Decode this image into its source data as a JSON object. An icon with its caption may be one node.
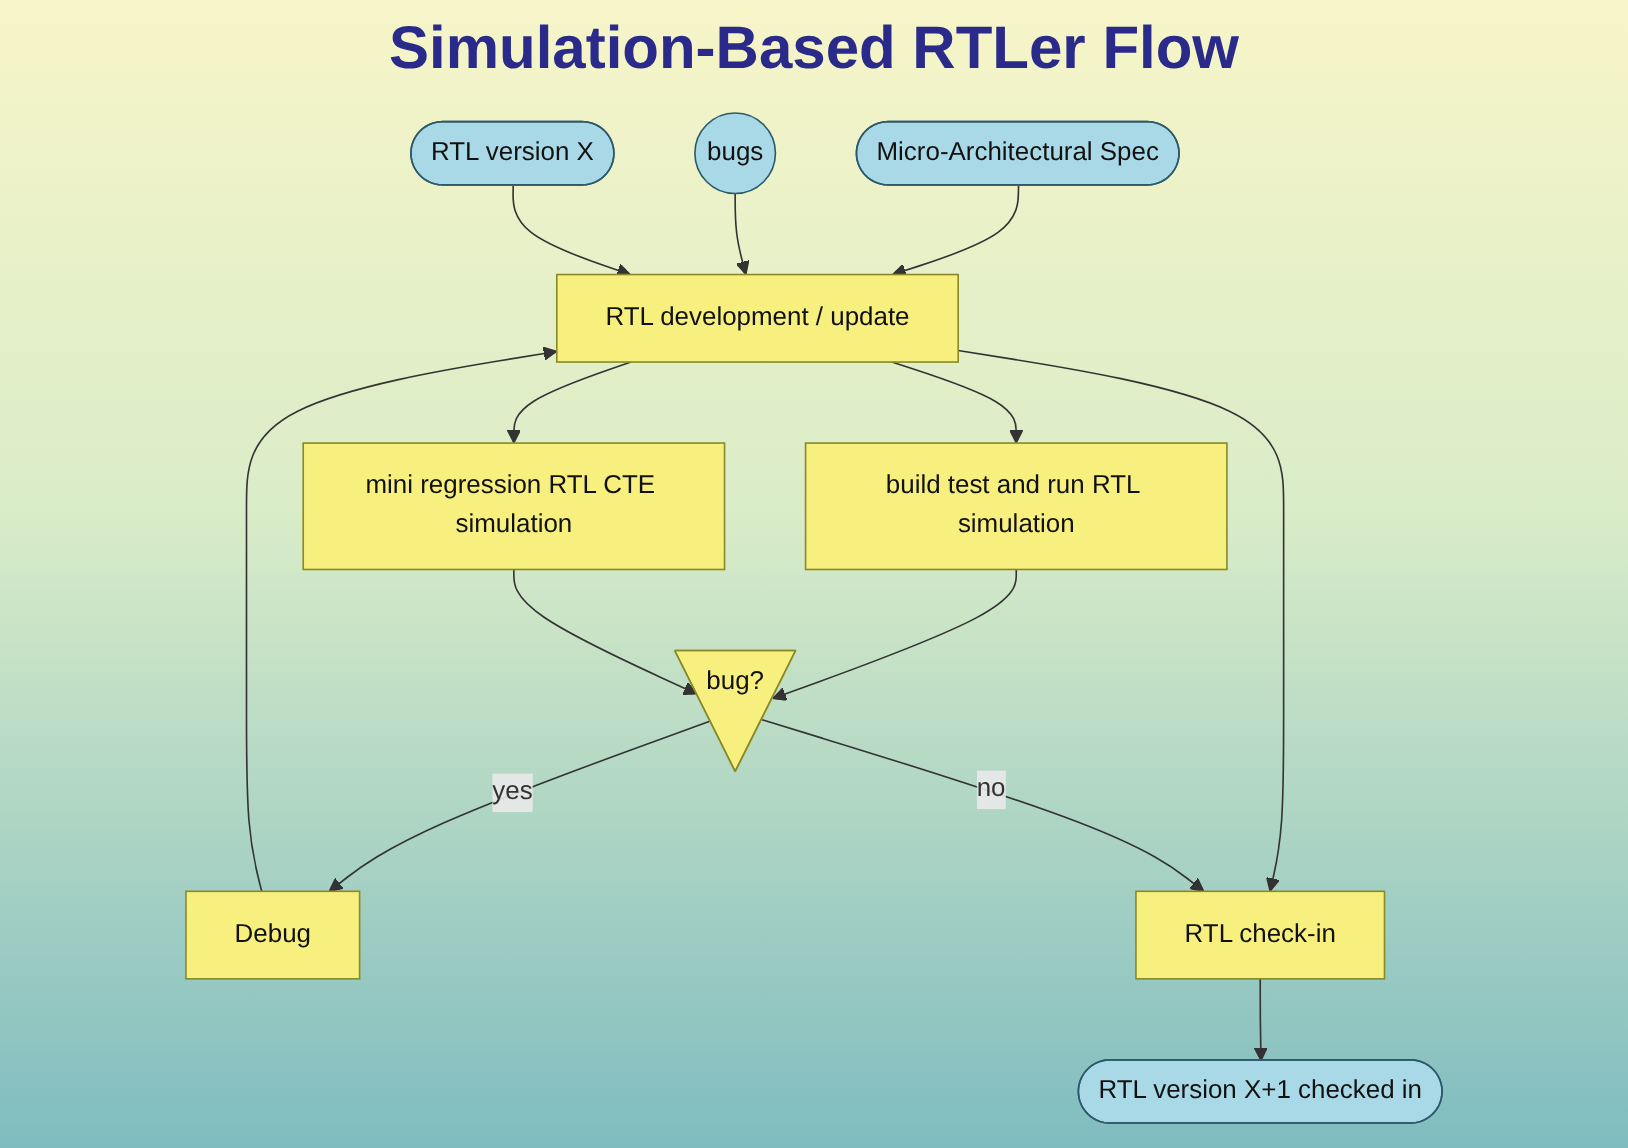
{
  "diagram": {
    "title": "Simulation-Based RTLer Flow",
    "nodes": [
      {
        "text": [
          "Micro-Architectural Spec"
        ]
      },
      {
        "text": [
          "bugs"
        ]
      },
      {
        "text": [
          "RTL version X"
        ]
      },
      {
        "text": [
          "RTL development / update"
        ]
      },
      {
        "text": [
          "build test and run RTL simulation"
        ]
      },
      {
        "text": [
          "mini regression RTL CTE simulation"
        ]
      },
      {
        "text": [
          "bug?"
        ]
      },
      {
        "text": [
          "Debug"
        ]
      },
      {
        "text": [
          "RTL check-in"
        ]
      },
      {
        "text": [
          "RTL version X+1 checked in"
        ]
      }
    ],
    "edges": [
      {
        "from": 0,
        "to": 3,
        "arrow": "to"
      },
      {
        "from": 1,
        "to": 3,
        "arrow": "to"
      },
      {
        "from": 2,
        "to": 3,
        "arrow": "to"
      },
      {
        "from": 3,
        "to": 4,
        "arrow": "to"
      },
      {
        "from": 3,
        "to": 5,
        "arrow": "to"
      },
      {
        "from": 3,
        "to": 8,
        "arrow": "to"
      },
      {
        "from": 4,
        "to": 6,
        "arrow": "to"
      },
      {
        "from": 5,
        "to": 6,
        "arrow": "to"
      },
      {
        "from": 6,
        "to": 7,
        "arrow": "to",
        "label": "yes"
      },
      {
        "from": 6,
        "to": 8,
        "arrow": "to",
        "label": "no"
      },
      {
        "from": 7,
        "to": 3,
        "arrow": "to"
      },
      {
        "from": 8,
        "to": 9,
        "arrow": "to"
      }
    ]
  }
}
